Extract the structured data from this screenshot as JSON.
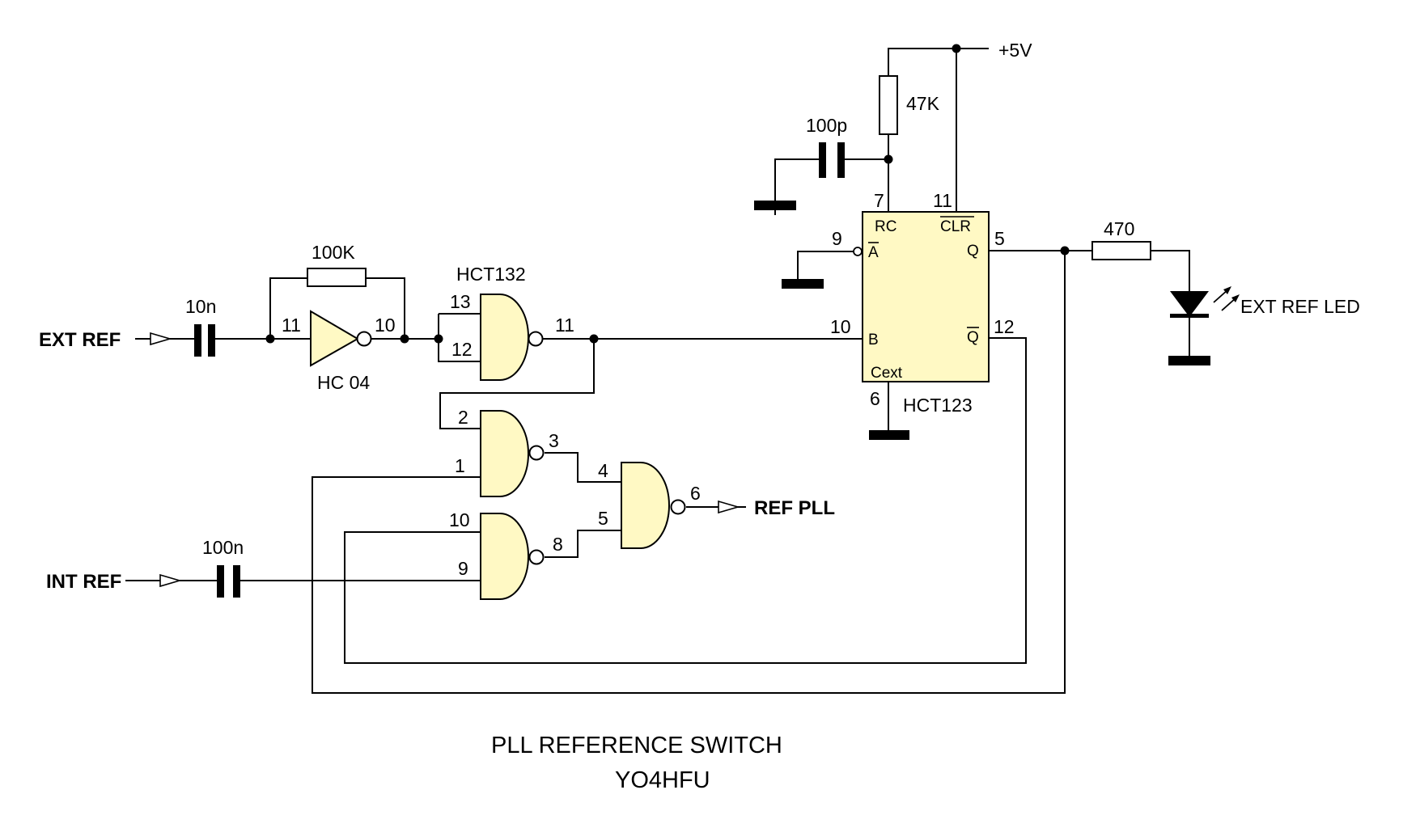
{
  "diagram": {
    "title": "PLL REFERENCE SWITCH",
    "author": "YO4HFU",
    "supply_label": "+5V",
    "ports": {
      "ext_ref": "EXT REF",
      "int_ref": "INT REF",
      "ref_pll": "REF PLL"
    },
    "components": {
      "c_ext": "10n",
      "c_int": "100n",
      "c_timing": "100p",
      "r_feedback": "100K",
      "r_timing": "47K",
      "r_led": "470",
      "inverter": "HC 04",
      "schmitt_nand": "HCT132",
      "monostable": "HCT123",
      "led": "EXT REF LED"
    },
    "ic_pins": {
      "rc": "RC",
      "clr": "CLR",
      "a": "A",
      "b": "B",
      "q": "Q",
      "q_bar": "Q",
      "cext": "Cext"
    },
    "pin_numbers": {
      "inv_in": "11",
      "inv_out": "10",
      "g1_in_a": "13",
      "g1_in_b": "12",
      "g1_out": "11",
      "g2_in_a": "2",
      "g2_in_b": "1",
      "g2_out": "3",
      "g3_in_a": "10",
      "g3_in_b": "9",
      "g3_out": "8",
      "g4_in_a": "4",
      "g4_in_b": "5",
      "g4_out": "6",
      "mono_rc": "7",
      "mono_clr": "11",
      "mono_a": "9",
      "mono_b": "10",
      "mono_q": "5",
      "mono_qbar": "12",
      "mono_cext": "6"
    },
    "colors": {
      "ic_fill": "#fff9c4",
      "line": "#000000"
    }
  }
}
